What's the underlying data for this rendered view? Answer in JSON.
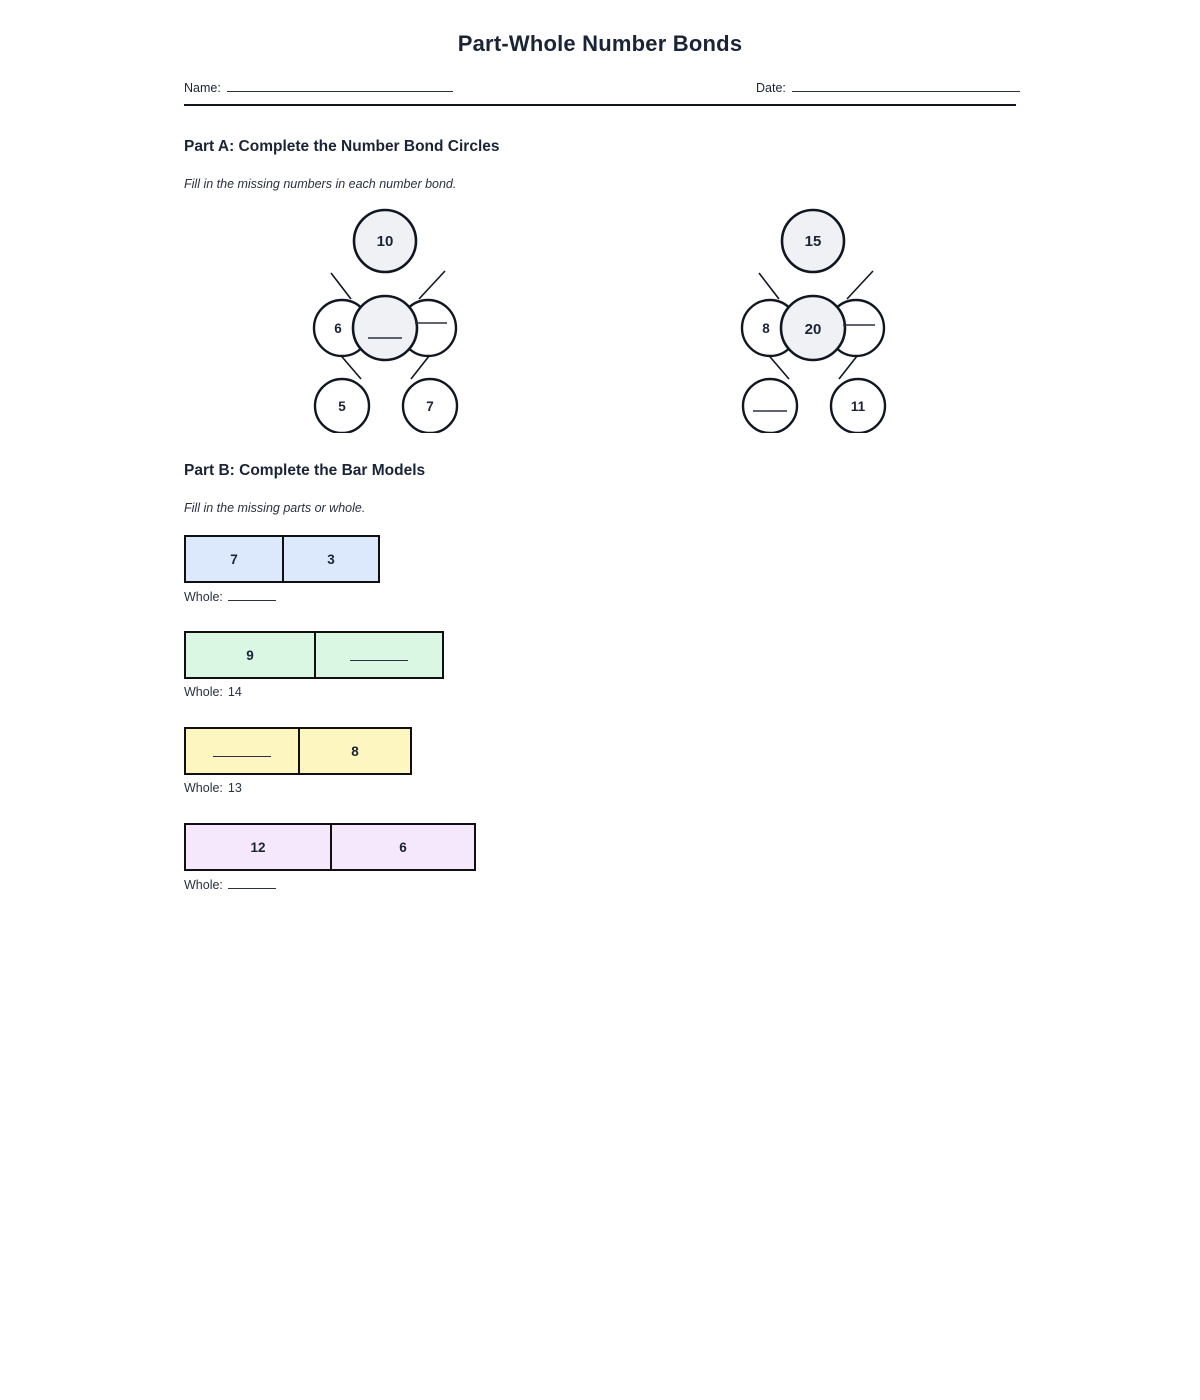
{
  "document": {
    "title": "Part-Whole Number Bonds"
  },
  "header": {
    "name_label": "Name:",
    "date_label": "Date:"
  },
  "part_a": {
    "heading": "Part A: Complete the Number Bond Circles",
    "instruction": "Fill in the missing numbers in each number bond.",
    "bonds": [
      {
        "top_whole": "10",
        "center_whole": "",
        "left_part": "6",
        "right_part": "",
        "bottom_left_part": "5",
        "bottom_right_part": "7"
      },
      {
        "top_whole": "15",
        "center_whole": "20",
        "left_part": "8",
        "right_part": "",
        "bottom_left_part": "",
        "bottom_right_part": "11"
      }
    ]
  },
  "part_b": {
    "heading": "Part B: Complete the Bar Models",
    "instruction": "Fill in the missing parts or whole.",
    "whole_label": "Whole:",
    "bars": [
      {
        "color": "#dce9fc",
        "segments": [
          {
            "value": "7",
            "width": 96
          },
          {
            "value": "3",
            "width": 96
          }
        ],
        "whole_value": ""
      },
      {
        "color": "#daf7e3",
        "segments": [
          {
            "value": "9",
            "width": 128
          },
          {
            "value": "",
            "width": 128
          }
        ],
        "whole_value": "14"
      },
      {
        "color": "#fdf6c0",
        "segments": [
          {
            "value": "",
            "width": 112
          },
          {
            "value": "8",
            "width": 112
          }
        ],
        "whole_value": "13"
      },
      {
        "color": "#f5e8fc",
        "segments": [
          {
            "value": "12",
            "width": 144
          },
          {
            "value": "6",
            "width": 144
          }
        ],
        "whole_value": ""
      }
    ]
  },
  "style": {
    "circle_fill": "#f0f1f4",
    "circle_empty_fill": "#ffffff",
    "stroke": "#111722",
    "text": "#1b2436"
  }
}
